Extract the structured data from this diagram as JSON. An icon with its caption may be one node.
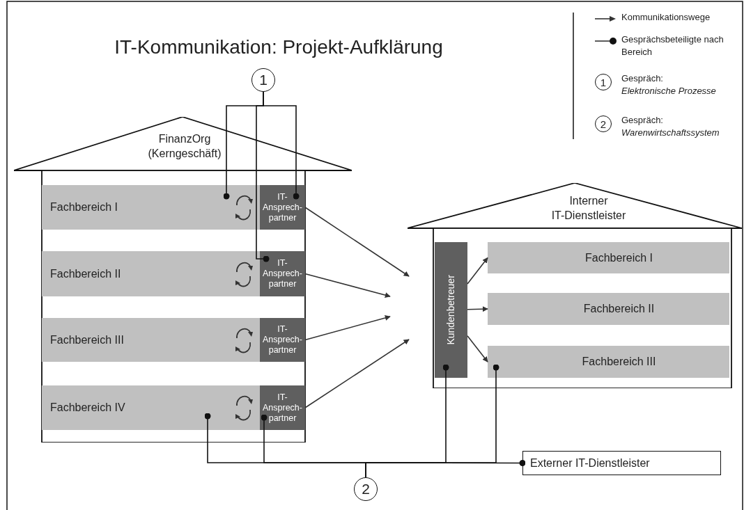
{
  "diagram": {
    "title": "IT-Kommunikation: Projekt-Aufklärung",
    "nodes": [
      {
        "text": [
          "FinanzOrg (Kerngeschäft)"
        ]
      },
      {
        "text": [
          "Fachbereich I"
        ],
        "in": 0
      },
      {
        "text": [
          "IT-Ansprech-partner"
        ],
        "in": 1
      },
      {
        "text": [
          "Fachbereich II"
        ],
        "in": 0
      },
      {
        "text": [
          "IT-Ansprech-partner"
        ],
        "in": 3
      },
      {
        "text": [
          "Fachbereich III"
        ],
        "in": 0
      },
      {
        "text": [
          "IT-Ansprech-partner"
        ],
        "in": 5
      },
      {
        "text": [
          "Fachbereich IV"
        ],
        "in": 0
      },
      {
        "text": [
          "IT-Ansprech-partner"
        ],
        "in": 7
      },
      {
        "text": [
          "Interner IT-Dienstleister"
        ]
      },
      {
        "text": [
          "Kundenbetreuer"
        ],
        "in": 9
      },
      {
        "text": [
          "Fachbereich I"
        ],
        "in": 9
      },
      {
        "text": [
          "Fachbereich II"
        ],
        "in": 9
      },
      {
        "text": [
          "Fachbereich III"
        ],
        "in": 9
      },
      {
        "text": [
          "Externer IT-Dienstleister"
        ]
      },
      {
        "text": [
          "1"
        ]
      },
      {
        "text": [
          "2"
        ]
      }
    ],
    "edges": [
      {
        "from": 2,
        "to": null,
        "arrow": "to"
      },
      {
        "from": 4,
        "to": null,
        "arrow": "to"
      },
      {
        "from": 6,
        "to": null,
        "arrow": "to"
      },
      {
        "from": 8,
        "to": null,
        "arrow": "to"
      },
      {
        "from": 10,
        "to": 11,
        "arrow": "to"
      },
      {
        "from": 10,
        "to": 12,
        "arrow": "to"
      },
      {
        "from": 10,
        "to": 13,
        "arrow": "to"
      },
      {
        "from": 15,
        "to": 1,
        "arrow": "other"
      },
      {
        "from": 15,
        "to": 2,
        "arrow": "other"
      },
      {
        "from": 15,
        "to": 4,
        "arrow": "other"
      },
      {
        "from": 16,
        "to": 7,
        "arrow": "other"
      },
      {
        "from": 16,
        "to": 8,
        "arrow": "other"
      },
      {
        "from": 16,
        "to": 10,
        "arrow": "other"
      },
      {
        "from": 16,
        "to": 13,
        "arrow": "other"
      },
      {
        "from": 16,
        "to": 14,
        "arrow": "other"
      }
    ],
    "labels": [
      "1",
      "2"
    ],
    "legend": [
      {
        "text": "Kommunikationswege"
      },
      {
        "text": "Gesprächsbeteiligte nach Bereich"
      },
      {
        "text": "Gespräch: *Elektronische Prozesse*"
      },
      {
        "text": "Gespräch: *Warenwirtschaftssystem*"
      }
    ]
  }
}
